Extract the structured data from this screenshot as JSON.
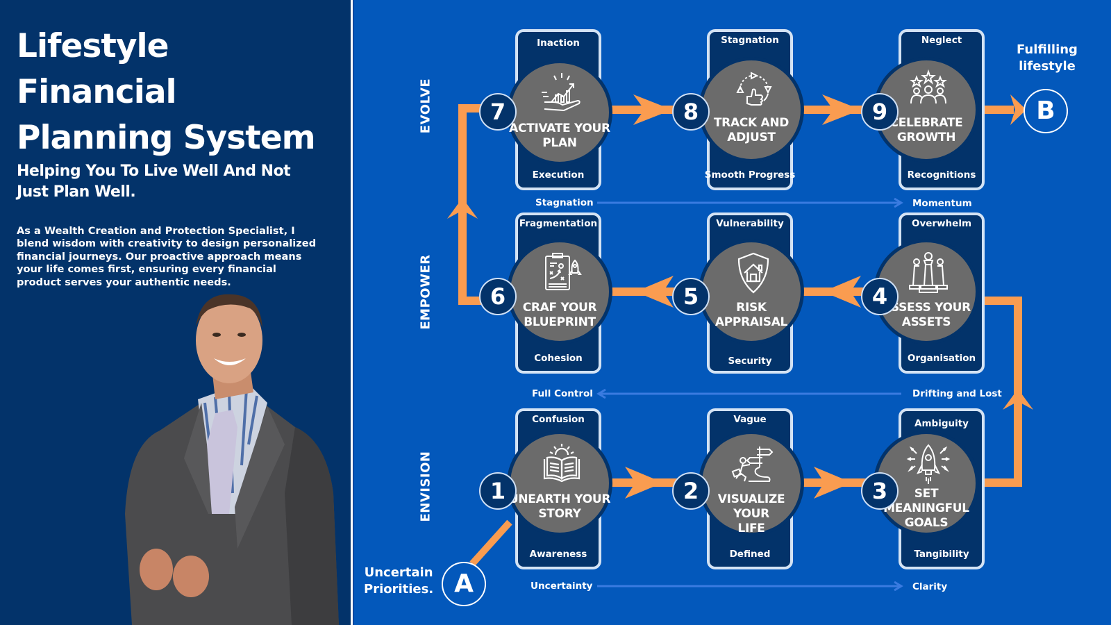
{
  "left_panel": {
    "title_lines": [
      "Lifestyle",
      "Financial",
      "Planning System"
    ],
    "subtitle": "Helping You To Live Well And Not Just Plan Well.",
    "description": "As a Wealth Creation and Protection Specialist, I blend wisdom with creativity to design personalized financial journeys. Our proactive approach means your life comes first, ensuring every financial product serves your authentic needs.",
    "photo": "portrait of smiling man in grey suit"
  },
  "colors": {
    "panel_dark": "#03336a",
    "diagram_bg": "#0358bb",
    "disc_gray": "#6b6b6b",
    "arrow_orange": "#fa9c50",
    "card_border": "#d4e3f4",
    "state_line": "#3a7be0"
  },
  "phases": [
    "EVOLVE",
    "EMPOWER",
    "ENVISION"
  ],
  "start": {
    "letter": "A",
    "label_lines": [
      "Uncertain",
      "Priorities."
    ]
  },
  "end": {
    "letter": "B",
    "label_lines": [
      "Fulfilling",
      "lifestyle"
    ]
  },
  "steps": [
    {
      "number": "1",
      "title_lines": [
        "UNEARTH YOUR",
        "STORY"
      ],
      "from": "Confusion",
      "to": "Awareness",
      "icon": "open-book-sunrise-icon"
    },
    {
      "number": "2",
      "title_lines": [
        "VISUALIZE YOUR",
        "LIFE"
      ],
      "from": "Vague",
      "to": "Defined",
      "icon": "climber-signpost-icon"
    },
    {
      "number": "3",
      "title_lines": [
        "SET",
        "MEANINGFUL",
        "GOALS"
      ],
      "from": "Ambiguity",
      "to": "Tangibility",
      "icon": "rocket-launch-icon"
    },
    {
      "number": "4",
      "title_lines": [
        "ASSESS YOUR",
        "ASSETS"
      ],
      "from": "Overwhelm",
      "to": "Organisation",
      "icon": "chess-pieces-icon"
    },
    {
      "number": "5",
      "title_lines": [
        "RISK",
        "APPRAISAL"
      ],
      "from": "Vulnerability",
      "to": "Security",
      "icon": "shield-house-icon"
    },
    {
      "number": "6",
      "title_lines": [
        "CRAF YOUR",
        "BLUEPRINT"
      ],
      "from": "Fragmentation",
      "to": "Cohesion",
      "icon": "clipboard-strategy-rocket-icon"
    },
    {
      "number": "7",
      "title_lines": [
        "ACTIVATE YOUR",
        "PLAN"
      ],
      "from": "Inaction",
      "to": "Execution",
      "icon": "hand-growth-chart-icon"
    },
    {
      "number": "8",
      "title_lines": [
        "TRACK AND",
        "ADJUST"
      ],
      "from": "Stagnation",
      "to": "Smooth Progress",
      "icon": "cycle-thumbs-up-icon"
    },
    {
      "number": "9",
      "title_lines": [
        "CELEBRATE",
        "GROWTH"
      ],
      "from": "Neglect",
      "to": "Recognitions",
      "icon": "team-stars-icon"
    }
  ],
  "row_transitions": [
    {
      "row": "ENVISION",
      "from": "Uncertainty",
      "to": "Clarity"
    },
    {
      "row": "EMPOWER",
      "from": "Drifting and Lost",
      "to": "Full Control"
    },
    {
      "row": "EVOLVE",
      "from": "Stagnation",
      "to": "Momentum"
    }
  ]
}
